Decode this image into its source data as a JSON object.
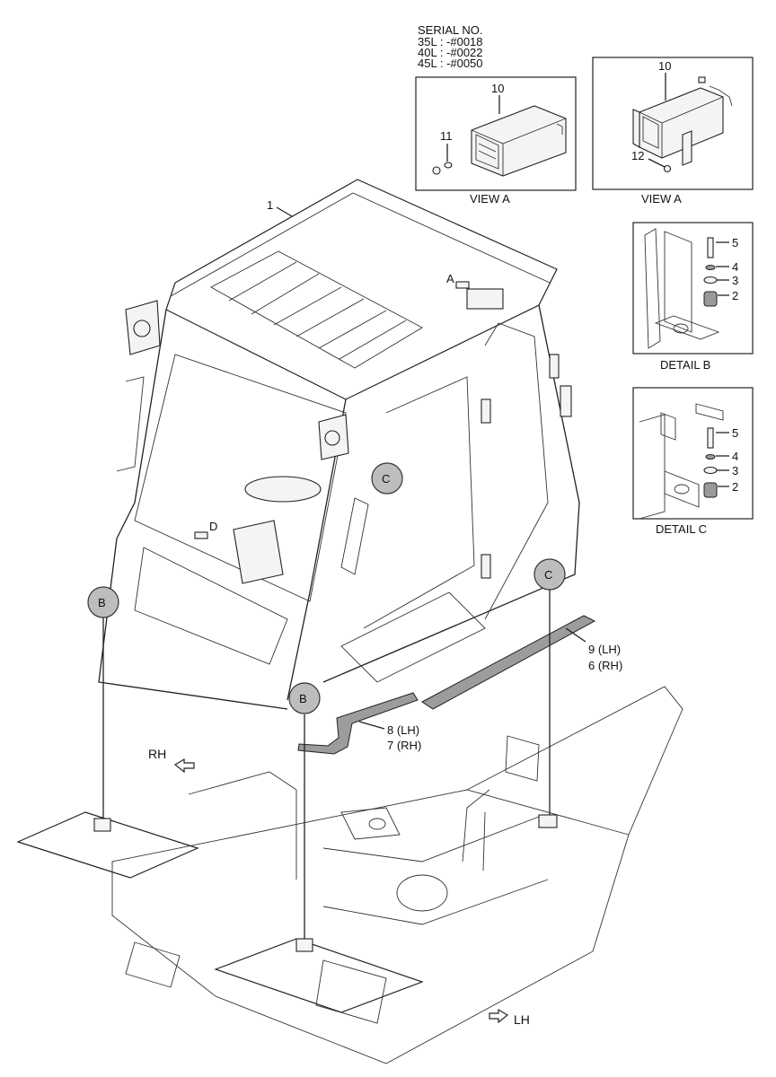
{
  "serial": {
    "title": "SERIAL NO.",
    "lines": [
      "35L : -#0018",
      "40L : -#0022",
      "45L : -#0050"
    ]
  },
  "views": {
    "view_a_label": "VIEW A",
    "detail_b_label": "DETAIL B",
    "detail_c_label": "DETAIL C"
  },
  "parts": {
    "p1": "1",
    "p2": "2",
    "p3": "3",
    "p4": "4",
    "p5": "5",
    "p10": "10",
    "p11": "11",
    "p12": "12",
    "p9": "9 (LH)",
    "p6": "6 (RH)",
    "p8": "8 (LH)",
    "p7": "7 (RH)"
  },
  "markers": {
    "a": "A",
    "b": "B",
    "c": "C",
    "d": "D"
  },
  "directions": {
    "rh": "RH",
    "lh": "LH"
  }
}
